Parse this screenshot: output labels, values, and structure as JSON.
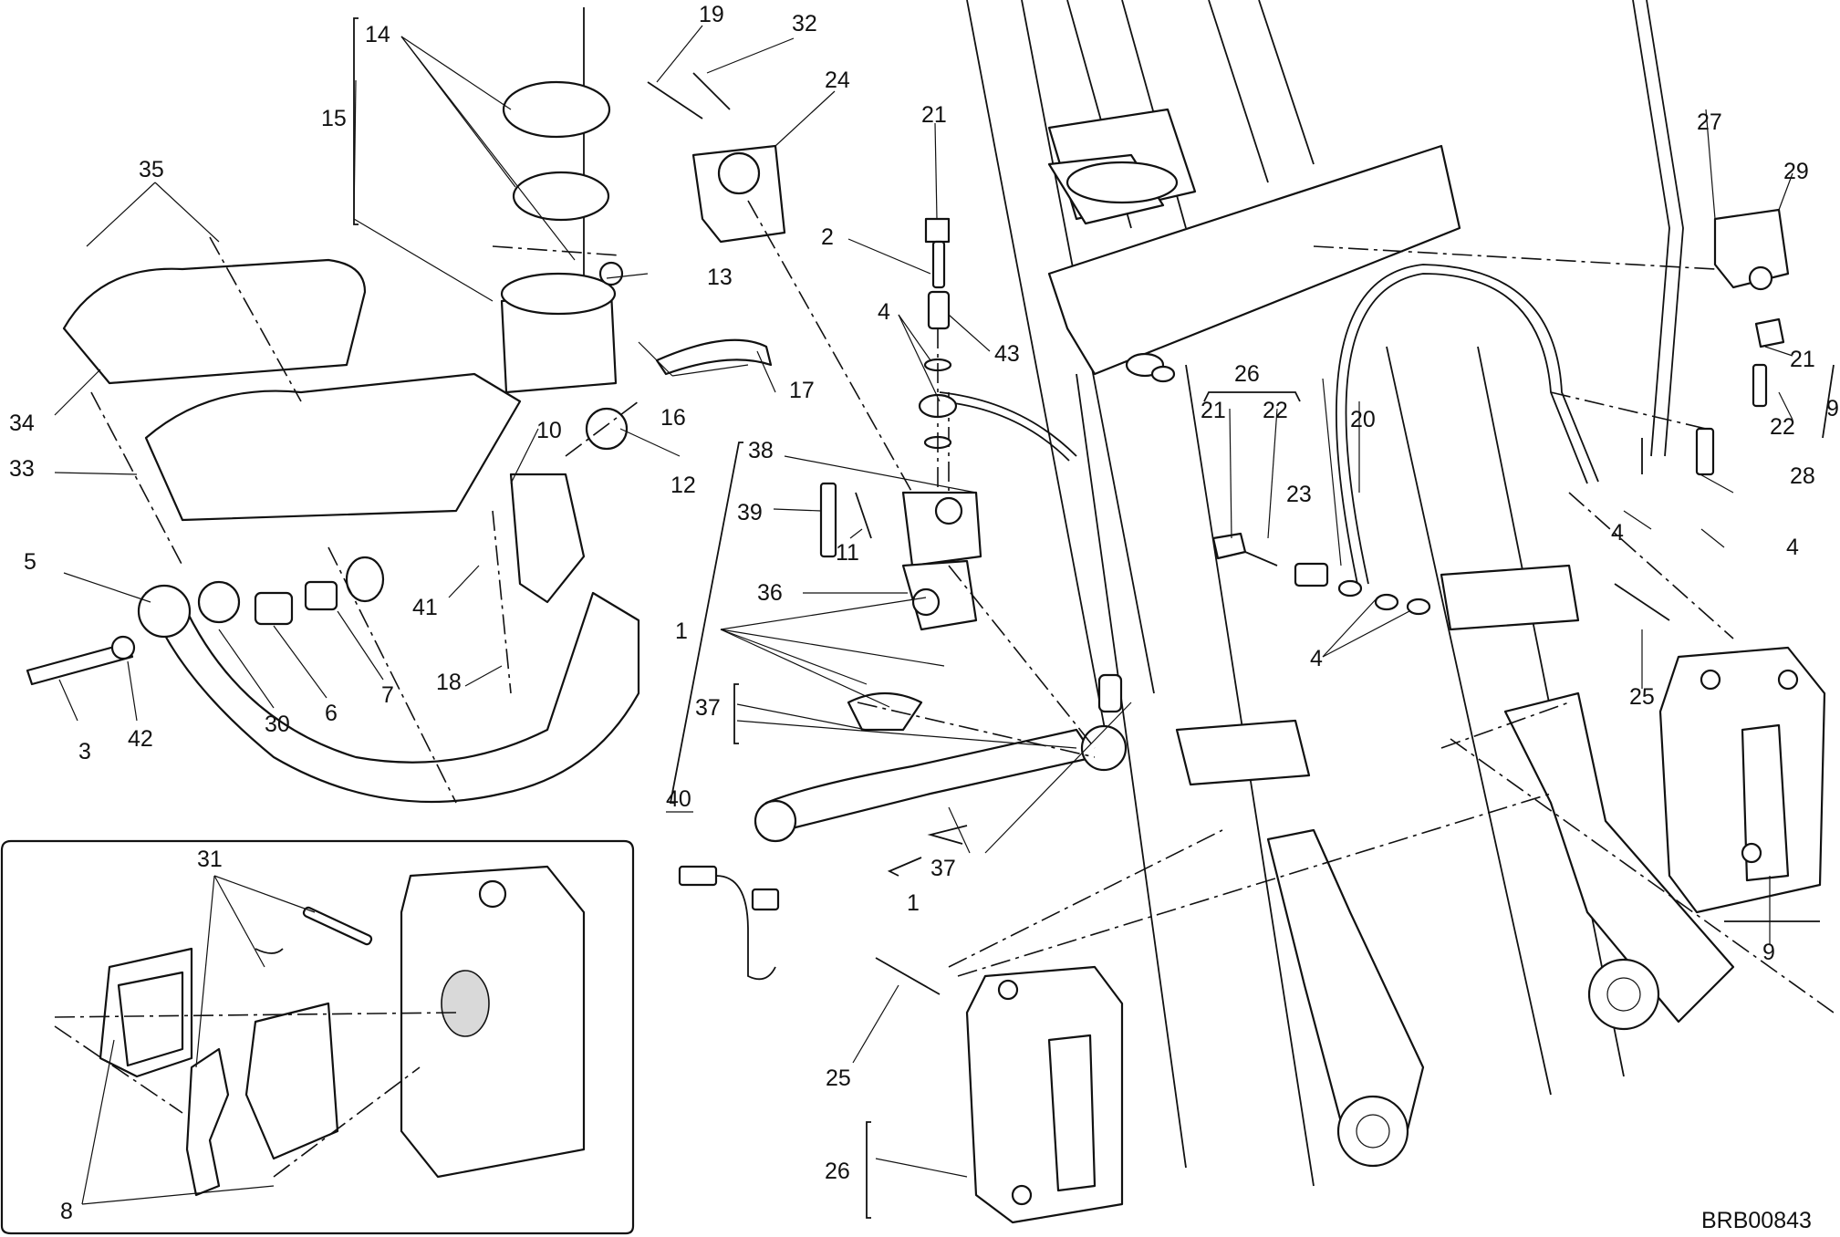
{
  "drawing_code": "BRB00843",
  "callouts": [
    {
      "id": "c14a",
      "text": "14"
    },
    {
      "id": "c15",
      "text": "15"
    },
    {
      "id": "c35",
      "text": "35"
    },
    {
      "id": "c34",
      "text": "34"
    },
    {
      "id": "c33",
      "text": "33"
    },
    {
      "id": "c5",
      "text": "5"
    },
    {
      "id": "c3",
      "text": "3"
    },
    {
      "id": "c42",
      "text": "42"
    },
    {
      "id": "c30",
      "text": "30"
    },
    {
      "id": "c6",
      "text": "6"
    },
    {
      "id": "c7",
      "text": "7"
    },
    {
      "id": "c10",
      "text": "10"
    },
    {
      "id": "c41",
      "text": "41"
    },
    {
      "id": "c18",
      "text": "18"
    },
    {
      "id": "c13",
      "text": "13"
    },
    {
      "id": "c16",
      "text": "16"
    },
    {
      "id": "c17",
      "text": "17"
    },
    {
      "id": "c12",
      "text": "12"
    },
    {
      "id": "c19",
      "text": "19"
    },
    {
      "id": "c32",
      "text": "32"
    },
    {
      "id": "c24",
      "text": "24"
    },
    {
      "id": "c21a",
      "text": "21"
    },
    {
      "id": "c2",
      "text": "2"
    },
    {
      "id": "c4a",
      "text": "4"
    },
    {
      "id": "c43",
      "text": "43"
    },
    {
      "id": "c38",
      "text": "38"
    },
    {
      "id": "c39",
      "text": "39"
    },
    {
      "id": "c11",
      "text": "11"
    },
    {
      "id": "c36",
      "text": "36"
    },
    {
      "id": "c1a",
      "text": "1"
    },
    {
      "id": "c37a",
      "text": "37"
    },
    {
      "id": "c40",
      "text": "40"
    },
    {
      "id": "c37b",
      "text": "37"
    },
    {
      "id": "c1b",
      "text": "1"
    },
    {
      "id": "c26a",
      "text": "26"
    },
    {
      "id": "c21b",
      "text": "21"
    },
    {
      "id": "c22a",
      "text": "22"
    },
    {
      "id": "c20",
      "text": "20"
    },
    {
      "id": "c23",
      "text": "23"
    },
    {
      "id": "c4b",
      "text": "4"
    },
    {
      "id": "c27",
      "text": "27"
    },
    {
      "id": "c29",
      "text": "29"
    },
    {
      "id": "c21c",
      "text": "21"
    },
    {
      "id": "c9a",
      "text": "9"
    },
    {
      "id": "c22b",
      "text": "22"
    },
    {
      "id": "c28",
      "text": "28"
    },
    {
      "id": "c4c",
      "text": "4"
    },
    {
      "id": "c4d",
      "text": "4"
    },
    {
      "id": "c25a",
      "text": "25"
    },
    {
      "id": "c9b",
      "text": "9"
    },
    {
      "id": "c25b",
      "text": "25"
    },
    {
      "id": "c26b",
      "text": "26"
    },
    {
      "id": "c31",
      "text": "31"
    },
    {
      "id": "c8",
      "text": "8"
    }
  ]
}
